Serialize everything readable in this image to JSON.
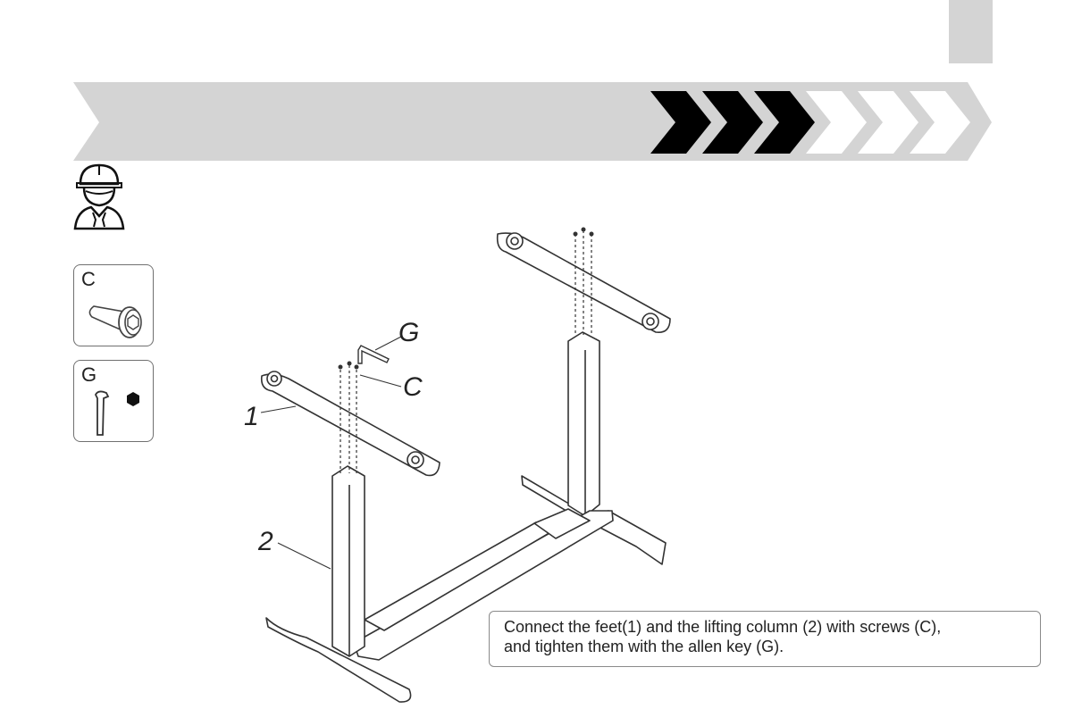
{
  "parts": [
    {
      "letter": "C",
      "name": "screw"
    },
    {
      "letter": "G",
      "name": "allen key"
    }
  ],
  "callouts": {
    "g": "G",
    "c": "C",
    "feet": "1",
    "column": "2"
  },
  "instruction": {
    "line1": "Connect the feet(1) and the lifting column (2) with screws (C),",
    "line2": "and tighten them with the allen key (G)."
  },
  "progress": {
    "filled_steps": 3,
    "total_steps": 6
  },
  "colors": {
    "banner": "#d4d4d4",
    "arrow_filled": "#000000",
    "arrow_empty": "#ffffff"
  }
}
